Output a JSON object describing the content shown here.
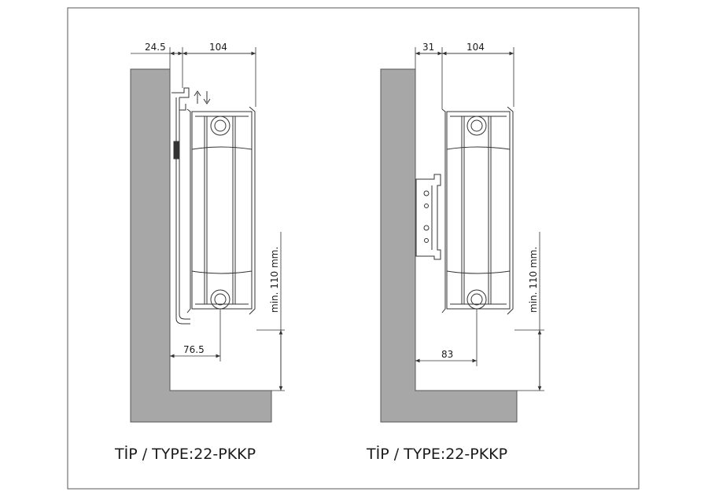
{
  "left_panel": {
    "dims": {
      "wall_gap": "24.5",
      "depth": "104",
      "clearance": "min. 110 mm.",
      "center": "76.5"
    },
    "caption": "TİP / TYPE:22-PKKP"
  },
  "right_panel": {
    "dims": {
      "wall_gap": "31",
      "depth": "104",
      "clearance": "min. 110 mm.",
      "center": "83"
    },
    "caption": "TİP / TYPE:22-PKKP"
  },
  "colors": {
    "wall": "#a7a7a7",
    "line": "#333333",
    "frame": "#555555"
  }
}
